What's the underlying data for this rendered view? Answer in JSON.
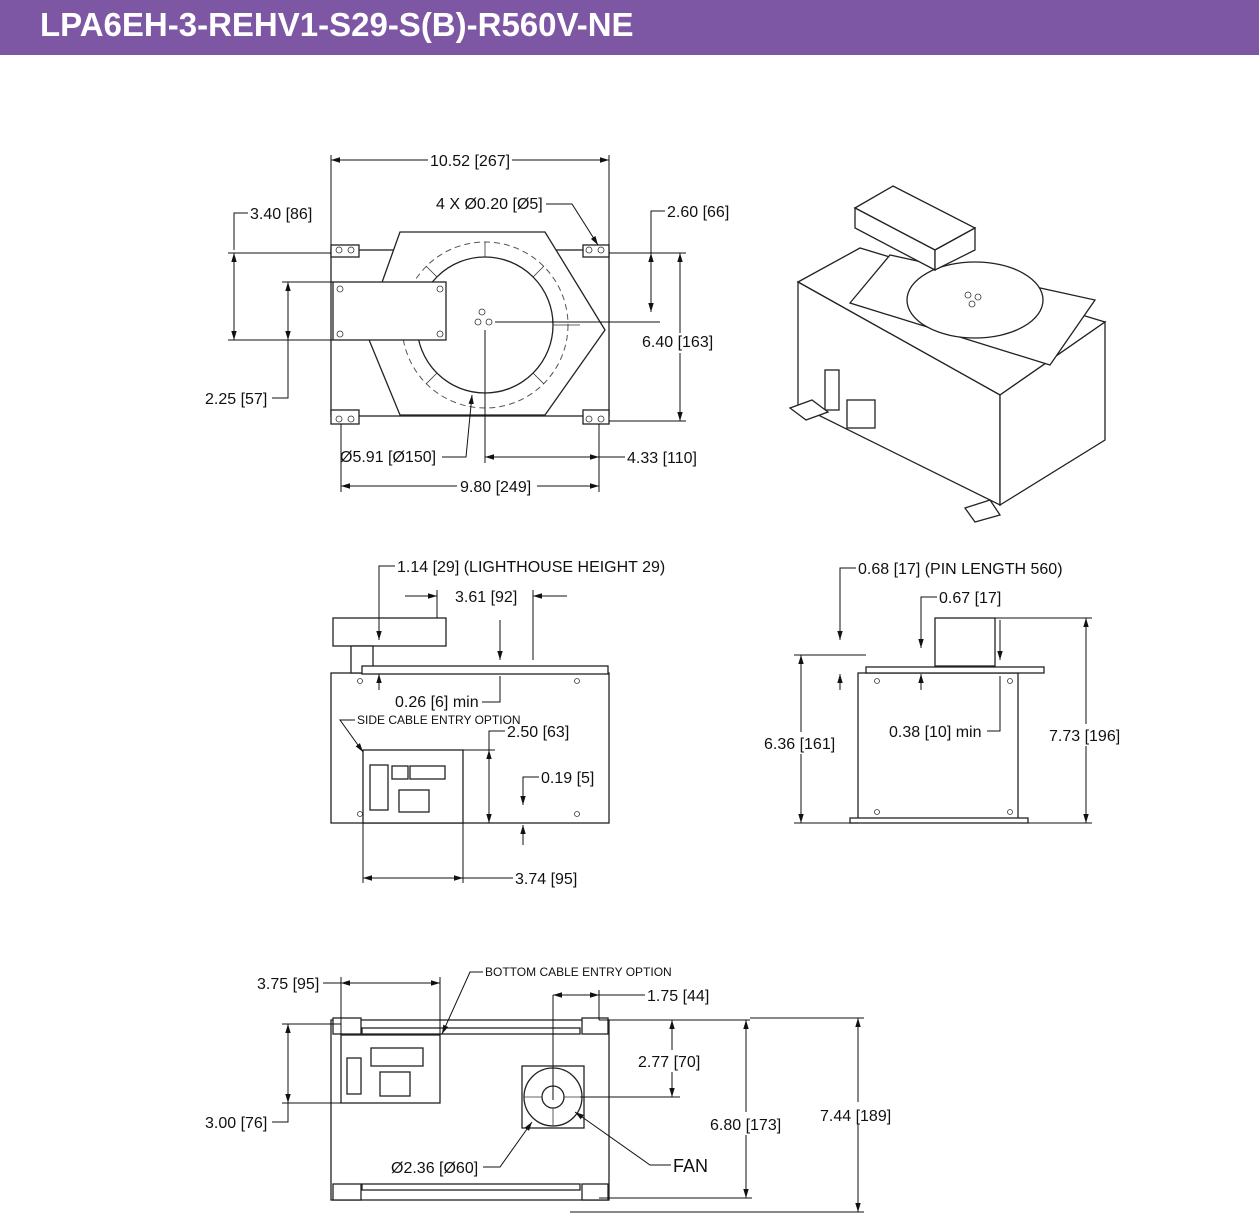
{
  "header": {
    "title": "LPA6EH-3-REHV1-S29-S(B)-R560V-NE",
    "color": "#7e57a4"
  },
  "top_view": {
    "overall_width": "10.52 [267]",
    "holes": "4 X Ø0.20 [Ø5]",
    "box_offset": "3.40 [86]",
    "right_offset": "2.60 [66]",
    "hole_spacing_y": "6.40 [163]",
    "box_height": "2.25 [57]",
    "platter_dia": "Ø5.91 [Ø150]",
    "center_offset": "4.33 [110]",
    "hole_spacing_x": "9.80 [249]"
  },
  "front_view": {
    "lighthouse": "1.14 [29] (LIGHTHOUSE HEIGHT 29)",
    "tower_width": "3.61 [92]",
    "clearance": "0.26 [6] min",
    "side_cable_note": "SIDE CABLE ENTRY OPTION",
    "panel_height": "2.50 [63]",
    "panel_offset": "0.19 [5]",
    "panel_width": "3.74 [95]"
  },
  "side_view": {
    "pin_length": "0.68 [17] (PIN LENGTH 560)",
    "pin_top": "0.67 [17]",
    "body_height": "6.36 [161]",
    "clearance": "0.38 [10] min",
    "overall_height": "7.73 [196]"
  },
  "bottom_view": {
    "cutout_width": "3.75 [95]",
    "bottom_cable_note": "BOTTOM CABLE ENTRY OPTION",
    "fan_offset": "1.75 [44]",
    "fan_center": "2.77 [70]",
    "cutout_height": "3.00 [76]",
    "hole_spacing": "6.80 [173]",
    "overall_depth": "7.44 [189]",
    "fan_dia": "Ø2.36 [Ø60]",
    "fan_label": "FAN"
  }
}
